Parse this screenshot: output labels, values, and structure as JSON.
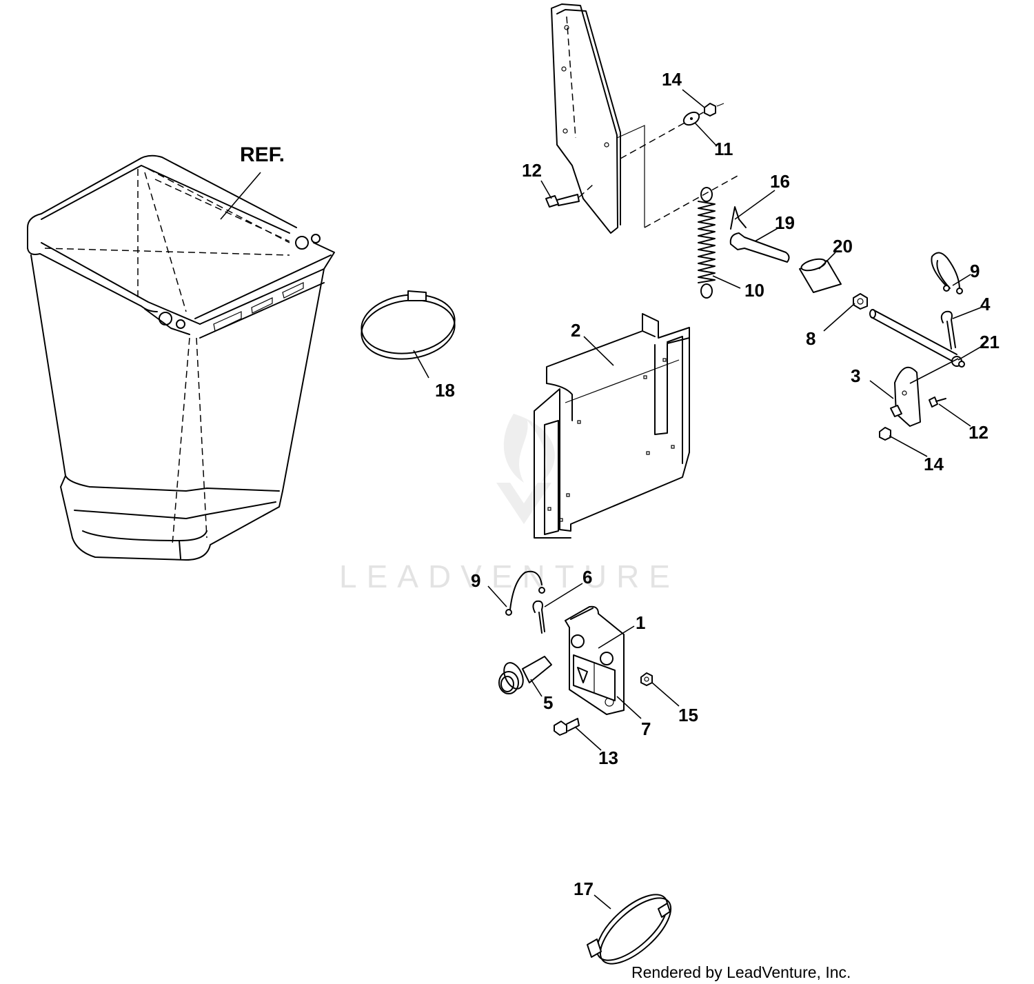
{
  "watermark": {
    "text": "LEADVENTURE"
  },
  "credit": {
    "text": "Rendered by LeadVenture, Inc."
  },
  "ref_label": "REF.",
  "callouts": {
    "c1": "1",
    "c2": "2",
    "c3": "3",
    "c4": "4",
    "c5": "5",
    "c6": "6",
    "c7": "7",
    "c8": "8",
    "c9a": "9",
    "c9b": "9",
    "c10": "10",
    "c11": "11",
    "c12a": "12",
    "c12b": "12",
    "c13": "13",
    "c14a": "14",
    "c14b": "14",
    "c15": "15",
    "c16": "16",
    "c17": "17",
    "c18": "18",
    "c19": "19",
    "c20": "20",
    "c21": "21"
  },
  "colors": {
    "line": "#000000",
    "background": "#ffffff",
    "watermark": "#e3e3e3"
  }
}
